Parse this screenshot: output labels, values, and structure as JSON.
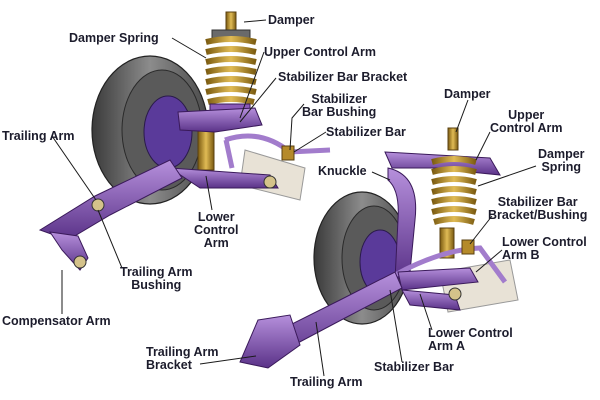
{
  "labels": {
    "damper_rear": "Damper",
    "damper_spring_rear": "Damper Spring",
    "upper_control_arm_rear": "Upper Control Arm",
    "stabilizer_bar_bracket": "Stabilizer Bar Bracket",
    "stabilizer_bar_bushing": "Stabilizer\nBar Bushing",
    "stabilizer_bar_rear": "Stabilizer Bar",
    "trailing_arm_left": "Trailing Arm",
    "lower_control_arm_rear": "Lower\nControl\nArm",
    "trailing_arm_bushing": "Trailing Arm\nBushing",
    "compensator_arm": "Compensator Arm",
    "damper_front": "Damper",
    "upper_control_arm_front": "Upper\nControl Arm",
    "damper_spring_front": "Damper\nSpring",
    "knuckle": "Knuckle",
    "stabilizer_bar_bracket_bushing": "Stabilizer Bar\nBracket/Bushing",
    "lower_control_arm_b": "Lower Control\nArm B",
    "lower_control_arm_a": "Lower Control\nArm A",
    "trailing_arm_bracket": "Trailing Arm\nBracket",
    "stabilizer_bar_front": "Stabilizer Bar",
    "trailing_arm_bottom": "Trailing Arm"
  },
  "colors": {
    "arm_purple": "#8a5ab8",
    "arm_dark": "#4e2d78",
    "spring_gold": "#b58a2a",
    "tire_gray": "#6f6f6f",
    "hub_purple": "#5a3a9a",
    "text": "#1c1c2c"
  }
}
